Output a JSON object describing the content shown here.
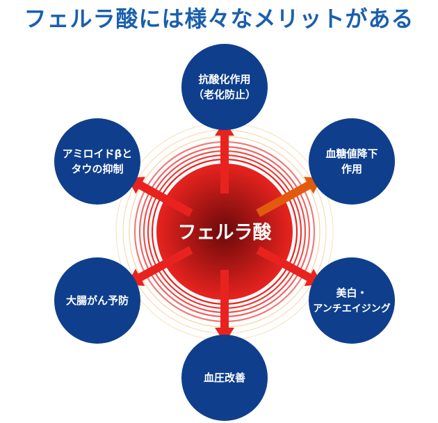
{
  "title": "フェルラ酸には様々なメリットがある",
  "center": {
    "label": "フェルラ酸"
  },
  "benefits": [
    {
      "lines": [
        "抗酸化作用",
        "（老化防止）"
      ]
    },
    {
      "lines": [
        "血糖値降下",
        "作用"
      ]
    },
    {
      "lines": [
        "美白・",
        "アンチエイジング"
      ]
    },
    {
      "lines": [
        "血圧改善"
      ]
    },
    {
      "lines": [
        "大腸がん予防"
      ]
    },
    {
      "lines": [
        "アミロイドβと",
        "タウの抑制"
      ]
    }
  ],
  "colors": {
    "title": "#1a5fae",
    "circle": "#0f3f8c",
    "circle_text": "#ffffff",
    "center_inner": "#6a0a0a",
    "center_outer": "#e8231f",
    "arrow": "#e8231f",
    "arrow_highlight": "#e35a0e",
    "ring": "#f0a33a"
  }
}
